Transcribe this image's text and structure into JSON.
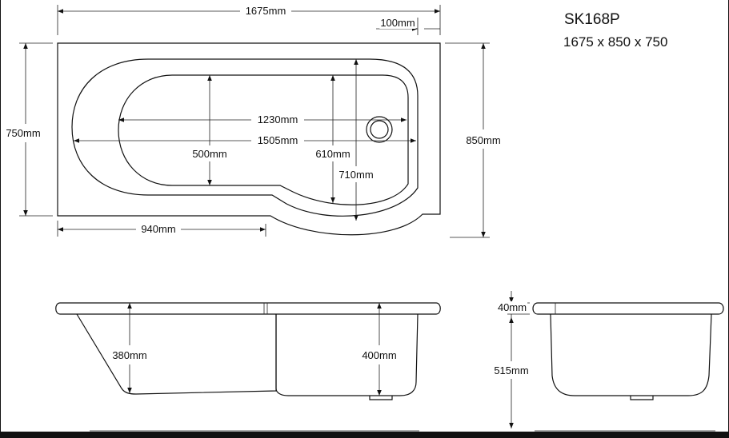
{
  "product": {
    "model": "SK168P",
    "dimensions": "1675 x 850 x 750"
  },
  "plan_view": {
    "overall_length": "1675mm",
    "tap_deck_width": "100mm",
    "end_width": "750mm",
    "overall_width": "850mm",
    "inner_length_1230": "1230mm",
    "inner_length_1505": "1505mm",
    "inner_width_500": "500mm",
    "inner_width_610": "610mm",
    "inner_width_710": "710mm",
    "straight_length": "940mm"
  },
  "side_view": {
    "depth_shallow": "380mm",
    "depth_deep": "400mm"
  },
  "end_view": {
    "rim_thickness": "40mm",
    "height": "515mm"
  }
}
